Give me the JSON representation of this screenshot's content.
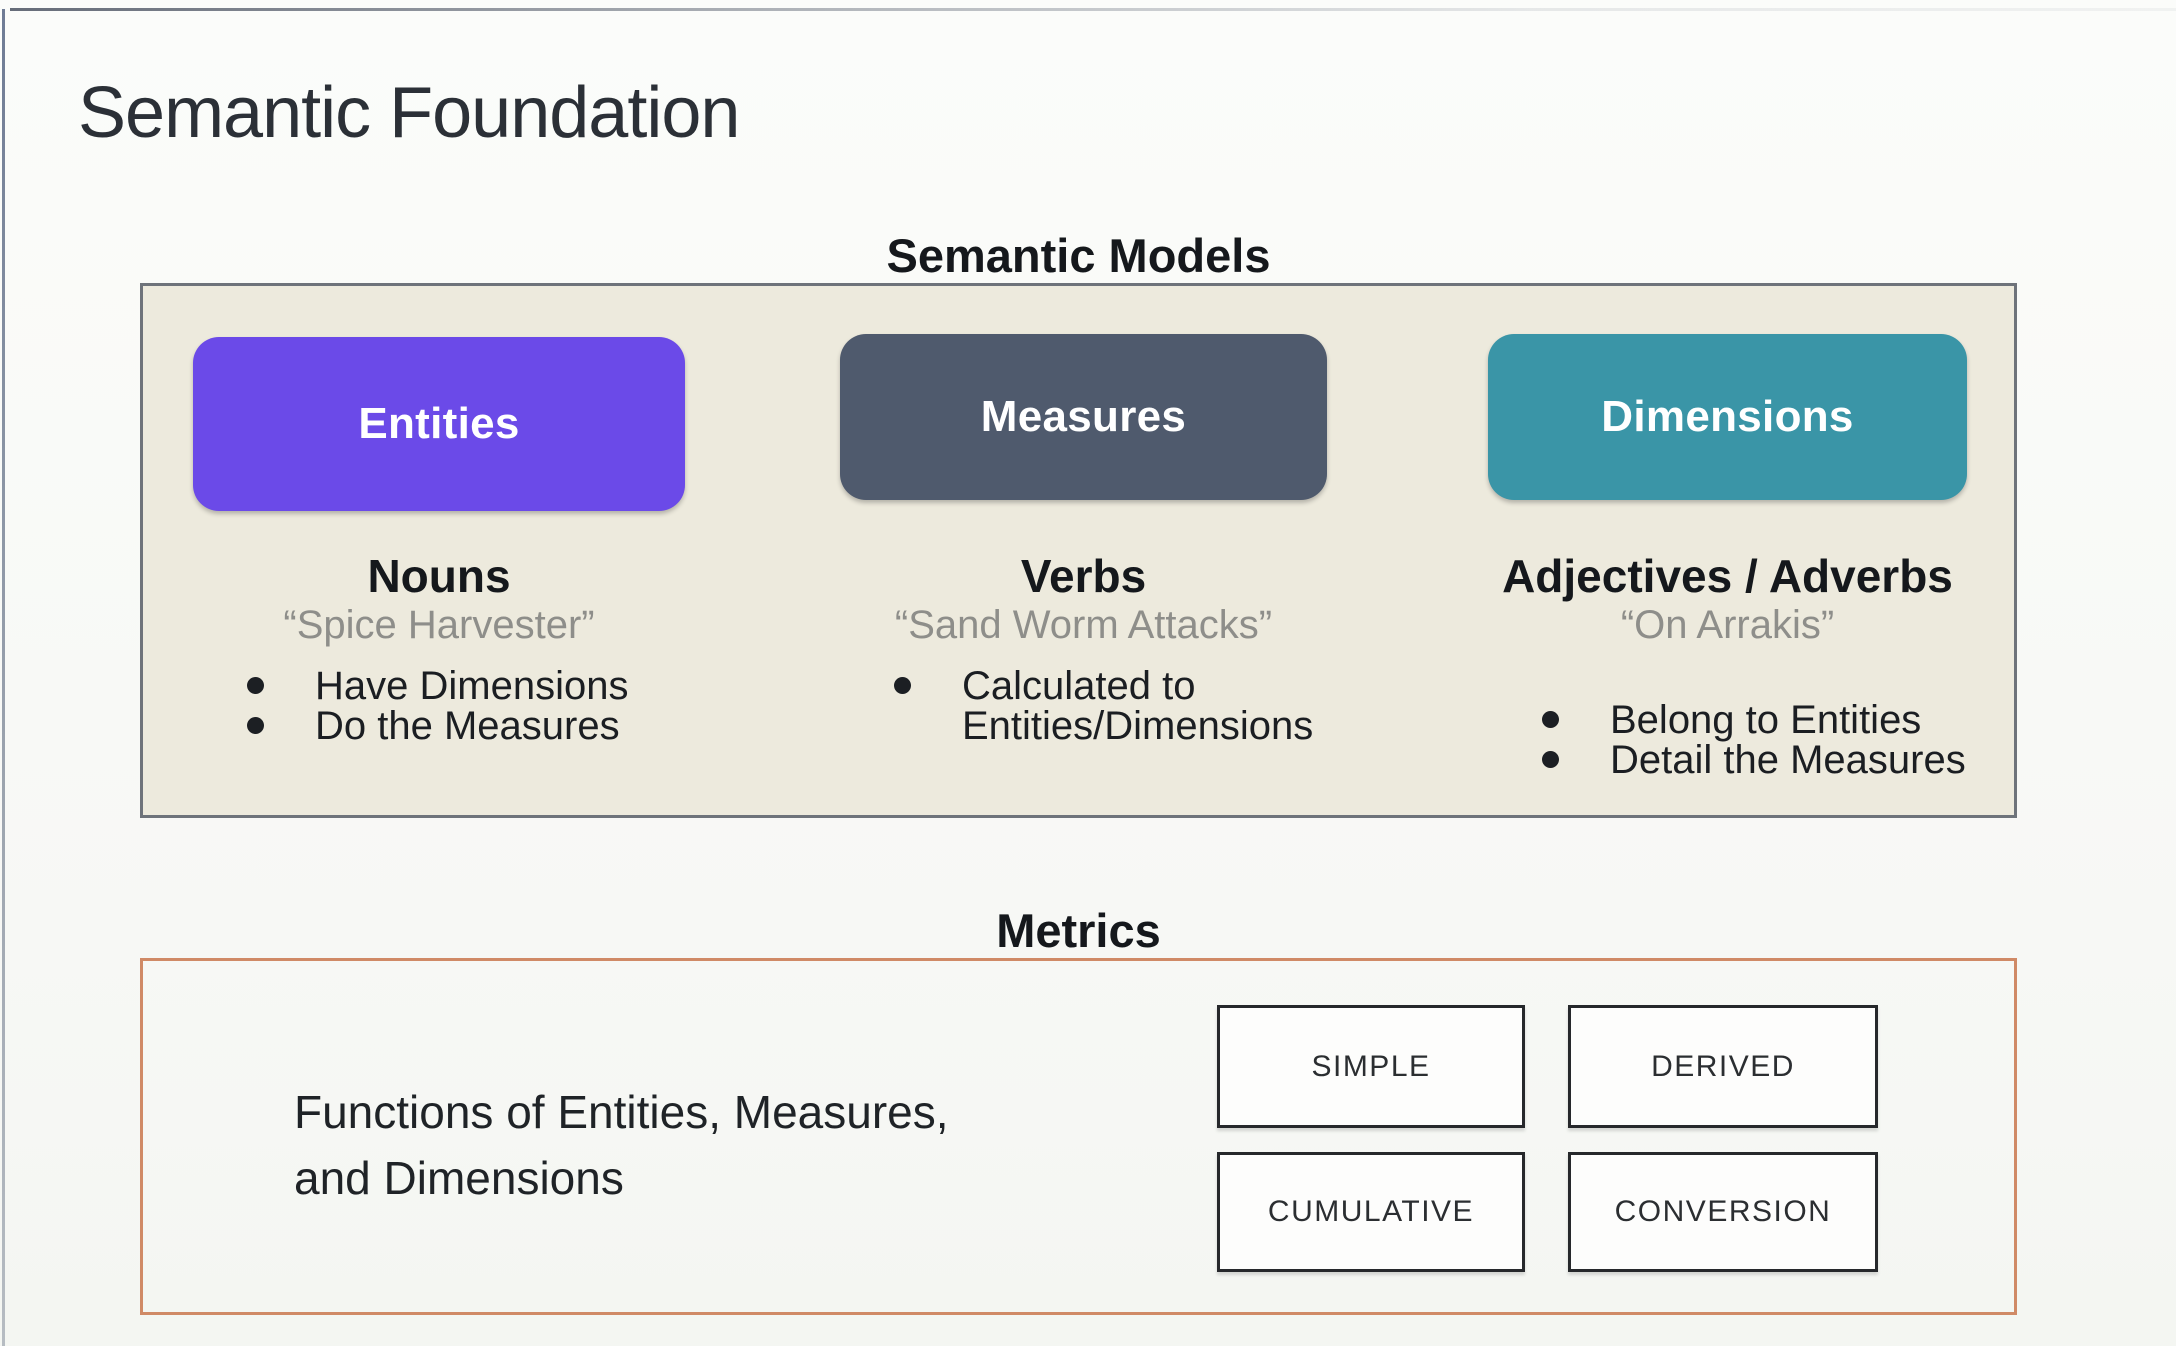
{
  "slide": {
    "title": "Semantic Foundation"
  },
  "semantic_models": {
    "heading": "Semantic Models",
    "panel_bg": "#edeadd",
    "panel_border": "#6e737a",
    "columns": [
      {
        "box_label": "Entities",
        "box_color": "#6b4ae8",
        "header": "Nouns",
        "quote": "“Spice Harvester”",
        "bullets": [
          "Have Dimensions",
          "Do the Measures"
        ]
      },
      {
        "box_label": "Measures",
        "box_color": "#4f5a6d",
        "header": "Verbs",
        "quote": "“Sand Worm Attacks”",
        "bullets": [
          "Calculated to Entities/Dimensions"
        ]
      },
      {
        "box_label": "Dimensions",
        "box_color": "#3a95a7",
        "header": "Adjectives / Adverbs",
        "quote": "“On Arrakis”",
        "bullets": [
          "Belong to Entities",
          "Detail the Measures"
        ]
      }
    ]
  },
  "metrics": {
    "heading": "Metrics",
    "border_color": "#d08a66",
    "description": [
      "Functions of Entities, Measures,",
      "and Dimensions"
    ],
    "types": [
      "SIMPLE",
      "DERIVED",
      "CUMULATIVE",
      "CONVERSION"
    ]
  }
}
